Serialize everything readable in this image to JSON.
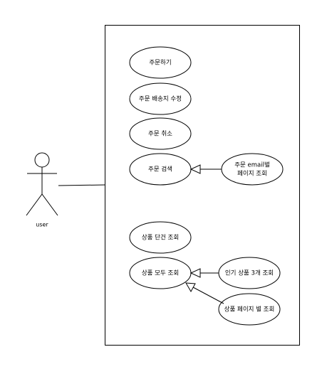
{
  "actor": {
    "name": "user"
  },
  "use_cases": {
    "order": "주문하기",
    "order_edit_address": "주문 배송지 수정",
    "order_cancel": "주문 취소",
    "order_search": "주문 검색",
    "order_by_email_page_line1": "주문 email별",
    "order_by_email_page_line2": "페이지 조회",
    "product_single": "상품 단건 조회",
    "product_all": "상품 모두 조회",
    "product_top3": "인기 상품 3개 조회",
    "product_by_page": "상품 페이지 별 조회"
  },
  "relationships": [
    {
      "from": "주문 email별 페이지 조회",
      "to": "주문 검색",
      "type": "generalization"
    },
    {
      "from": "인기 상품 3개 조회",
      "to": "상품 모두 조회",
      "type": "generalization"
    },
    {
      "from": "상품 페이지 별 조회",
      "to": "상품 모두 조회",
      "type": "generalization"
    },
    {
      "from": "user",
      "to": "system",
      "type": "association"
    }
  ]
}
